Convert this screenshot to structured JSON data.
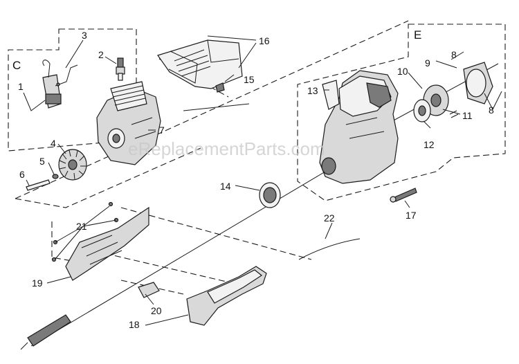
{
  "watermark": "eReplacementParts.com",
  "groups": {
    "c": "C",
    "e": "E"
  },
  "callouts": {
    "n1": "1",
    "n2": "2",
    "n3": "3",
    "n4": "4",
    "n5": "5",
    "n6": "6",
    "n7": "7",
    "n8a": "8",
    "n8b": "8",
    "n9": "9",
    "n10": "10",
    "n11": "11",
    "n12": "12",
    "n13": "13",
    "n14": "14",
    "n15": "15",
    "n16": "16",
    "n17": "17",
    "n18": "18",
    "n19": "19",
    "n20": "20",
    "n21": "21",
    "n22": "22"
  },
  "colors": {
    "ink": "#1a1a1a",
    "fill": "#d9d9d9",
    "shade": "#7a7a7a",
    "watermark": "#c8c8c8"
  }
}
